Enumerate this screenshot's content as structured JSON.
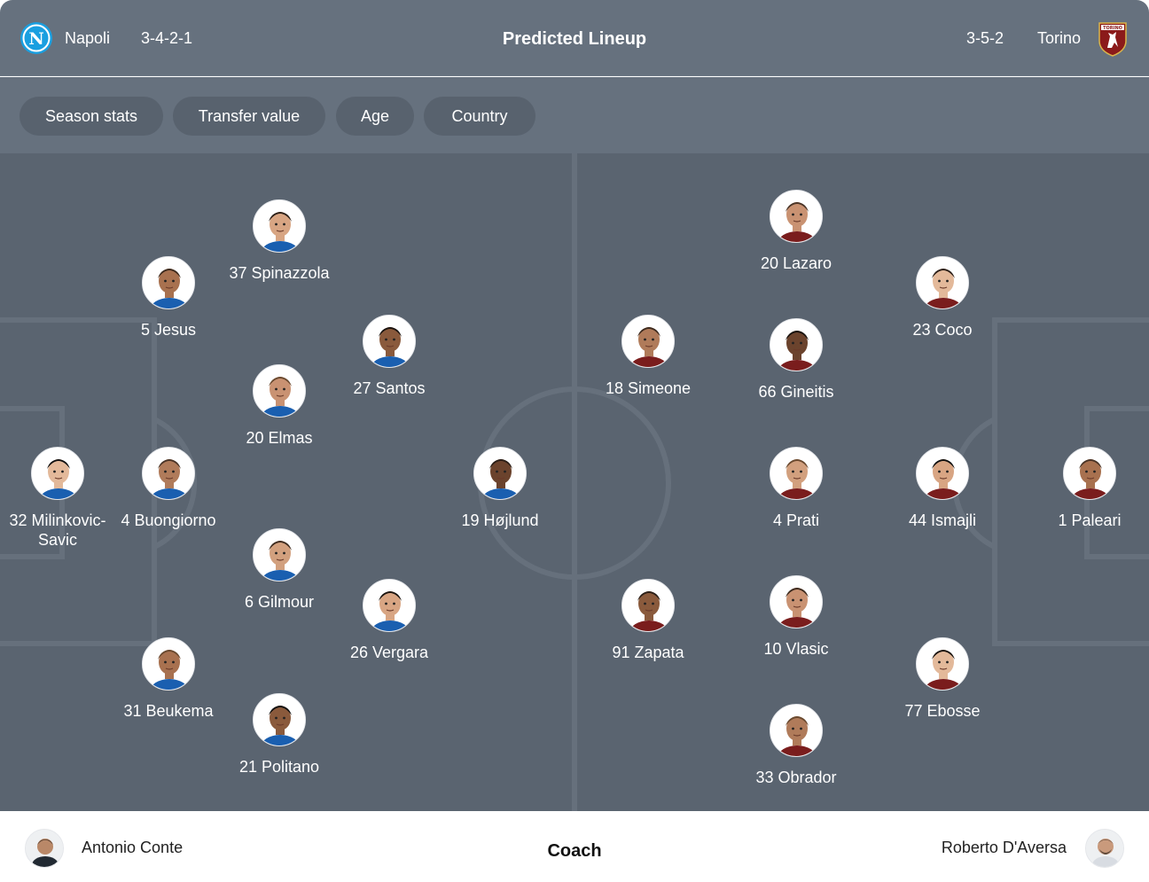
{
  "header": {
    "title": "Predicted Lineup",
    "home": {
      "name": "Napoli",
      "formation": "3-4-2-1",
      "logo_icon": "napoli-crest-icon"
    },
    "away": {
      "name": "Torino",
      "formation": "3-5-2",
      "logo_icon": "torino-crest-icon"
    }
  },
  "filters": [
    "Season stats",
    "Transfer value",
    "Age",
    "Country"
  ],
  "players": [
    {
      "label": "37 Spinazzola",
      "side": "home"
    },
    {
      "label": "5 Jesus",
      "side": "home"
    },
    {
      "label": "27 Santos",
      "side": "home"
    },
    {
      "label": "20 Elmas",
      "side": "home"
    },
    {
      "label": "32 Milinkovic-Savic",
      "side": "home"
    },
    {
      "label": "4 Buongiorno",
      "side": "home"
    },
    {
      "label": "19 Højlund",
      "side": "home"
    },
    {
      "label": "6 Gilmour",
      "side": "home"
    },
    {
      "label": "26 Vergara",
      "side": "home"
    },
    {
      "label": "31 Beukema",
      "side": "home"
    },
    {
      "label": "21 Politano",
      "side": "home"
    },
    {
      "label": "20 Lazaro",
      "side": "away"
    },
    {
      "label": "23 Coco",
      "side": "away"
    },
    {
      "label": "18 Simeone",
      "side": "away"
    },
    {
      "label": "66 Gineitis",
      "side": "away"
    },
    {
      "label": "4 Prati",
      "side": "away"
    },
    {
      "label": "44 Ismajli",
      "side": "away"
    },
    {
      "label": "1 Paleari",
      "side": "away"
    },
    {
      "label": "91 Zapata",
      "side": "away"
    },
    {
      "label": "10 Vlasic",
      "side": "away"
    },
    {
      "label": "77 Ebosse",
      "side": "away"
    },
    {
      "label": "33 Obrador",
      "side": "away"
    }
  ],
  "footer": {
    "title": "Coach",
    "home_coach": "Antonio Conte",
    "away_coach": "Roberto D'Aversa"
  },
  "colors": {
    "header_bg": "#66717e",
    "pitch_bg": "#5a6470",
    "pill_bg": "#58626e",
    "napoli_blue": "#1a9fe0",
    "torino_maroon": "#8b1a1a"
  }
}
